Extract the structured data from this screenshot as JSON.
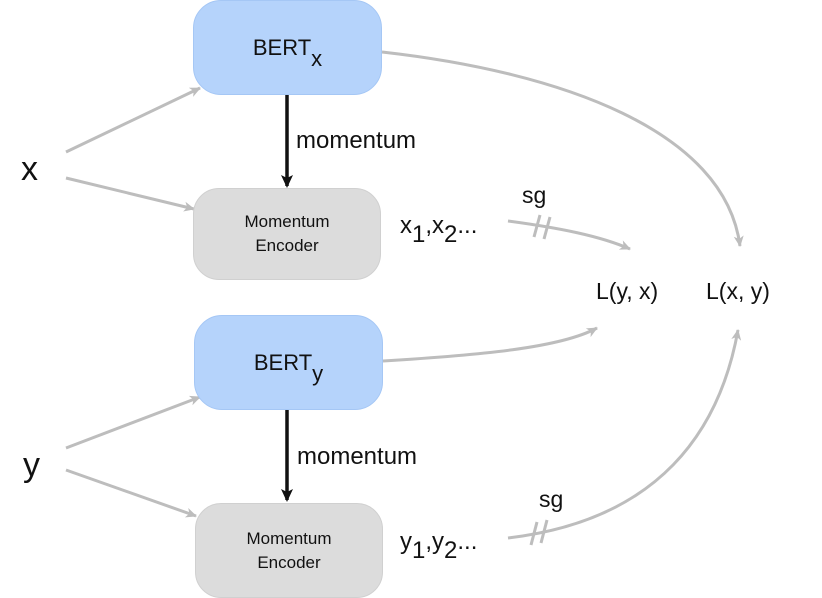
{
  "inputs": {
    "x": "x",
    "y": "y"
  },
  "bert_x": {
    "base": "BERT",
    "sub": "x"
  },
  "bert_y": {
    "base": "BERT",
    "sub": "y"
  },
  "encoder_top": {
    "line1": "Momentum",
    "line2": "Encoder"
  },
  "encoder_bottom": {
    "line1": "Momentum",
    "line2": "Encoder"
  },
  "edge_labels": {
    "momentum_top": "momentum",
    "momentum_bottom": "momentum",
    "sg_top": "sg",
    "sg_bottom": "sg"
  },
  "outputs_x": {
    "a": "x",
    "a_sub": "1",
    "sep": ",",
    "b": "x",
    "b_sub": "2",
    "tail": "..."
  },
  "outputs_y": {
    "a": "y",
    "a_sub": "1",
    "sep": ",",
    "b": "y",
    "b_sub": "2",
    "tail": "..."
  },
  "losses": {
    "l_yx": "L(y, x)",
    "l_xy": "L(x, y)"
  },
  "colors": {
    "bert_fill": "#b5d3fb",
    "encoder_fill": "#dcdcdc",
    "gray_arrow": "#bdbdbd",
    "momentum_arrow": "#111111"
  }
}
